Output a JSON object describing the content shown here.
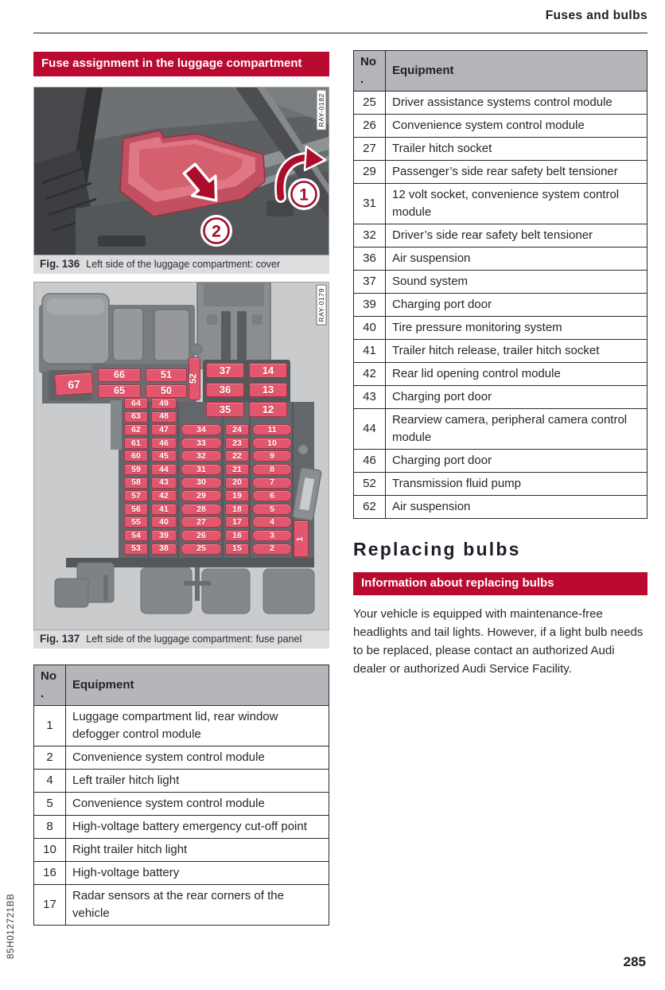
{
  "header": {
    "title": "Fuses and bulbs",
    "page_number": "285",
    "document_code": "85H012721BB"
  },
  "left_column": {
    "section_banner": "Fuse assignment in the luggage compartment",
    "figure_136": {
      "tag": "RAY-0182",
      "caption_label": "Fig. 136",
      "caption_text": "Left side of the luggage compartment: cover",
      "callout_1": "1",
      "callout_2": "2"
    },
    "figure_137": {
      "tag": "RAY-0179",
      "caption_label": "Fig. 137",
      "caption_text": "Left side of the luggage compartment: fuse panel",
      "fuses": {
        "single_left": "67",
        "pairs": [
          [
            "66",
            "65"
          ],
          [
            "51",
            "50"
          ]
        ],
        "vertical_top": "52",
        "block_left": [
          "37",
          "36",
          "35"
        ],
        "block_right": [
          "14",
          "13",
          "12"
        ],
        "columns": [
          [
            "64",
            "63",
            "62",
            "61",
            "60",
            "59",
            "58",
            "57",
            "56",
            "55",
            "54",
            "53"
          ],
          [
            "49",
            "48",
            "47",
            "46",
            "45",
            "44",
            "43",
            "42",
            "41",
            "40",
            "39",
            "38"
          ],
          [
            "34",
            "33",
            "32",
            "31",
            "30",
            "29",
            "28",
            "27",
            "26",
            "25"
          ],
          [
            "24",
            "23",
            "22",
            "21",
            "20",
            "19",
            "18",
            "17",
            "16",
            "15"
          ],
          [
            "11",
            "10",
            "9",
            "8",
            "7",
            "6",
            "5",
            "4",
            "3",
            "2"
          ]
        ],
        "vertical_right": "1"
      }
    },
    "table": {
      "headers": [
        "No.",
        "Equipment"
      ],
      "rows": [
        [
          "1",
          "Luggage compartment lid, rear window defogger control module"
        ],
        [
          "2",
          "Convenience system control module"
        ],
        [
          "4",
          "Left trailer hitch light"
        ],
        [
          "5",
          "Convenience system control module"
        ],
        [
          "8",
          "High-voltage battery emergency cut-off point"
        ],
        [
          "10",
          "Right trailer hitch light"
        ],
        [
          "16",
          "High-voltage battery"
        ],
        [
          "17",
          "Radar sensors at the rear corners of the vehicle"
        ]
      ]
    }
  },
  "right_column": {
    "table": {
      "headers": [
        "No.",
        "Equipment"
      ],
      "rows": [
        [
          "25",
          "Driver assistance systems control module"
        ],
        [
          "26",
          "Convenience system control module"
        ],
        [
          "27",
          "Trailer hitch socket"
        ],
        [
          "29",
          "Passenger’s side rear safety belt tensioner"
        ],
        [
          "31",
          "12 volt socket, convenience system control module"
        ],
        [
          "32",
          "Driver’s side rear safety belt tensioner"
        ],
        [
          "36",
          "Air suspension"
        ],
        [
          "37",
          "Sound system"
        ],
        [
          "39",
          "Charging port door"
        ],
        [
          "40",
          "Tire pressure monitoring system"
        ],
        [
          "41",
          "Trailer hitch release, trailer hitch socket"
        ],
        [
          "42",
          "Rear lid opening control module"
        ],
        [
          "43",
          "Charging port door"
        ],
        [
          "44",
          "Rearview camera, peripheral camera control module"
        ],
        [
          "46",
          "Charging port door"
        ],
        [
          "52",
          "Transmission fluid pump"
        ],
        [
          "62",
          "Air suspension"
        ]
      ]
    },
    "section_heading": "Replacing bulbs",
    "info_banner": "Information about replacing bulbs",
    "paragraph": "Your vehicle is equipped with maintenance-free headlights and tail lights. However, if a light bulb needs to be replaced, please contact an authorized Audi dealer or authorized Audi Service Facility."
  },
  "colors": {
    "accent_red": "#bb0a30",
    "fuse_pink": "#e2576d",
    "table_header_gray": "#b4b6b9"
  }
}
